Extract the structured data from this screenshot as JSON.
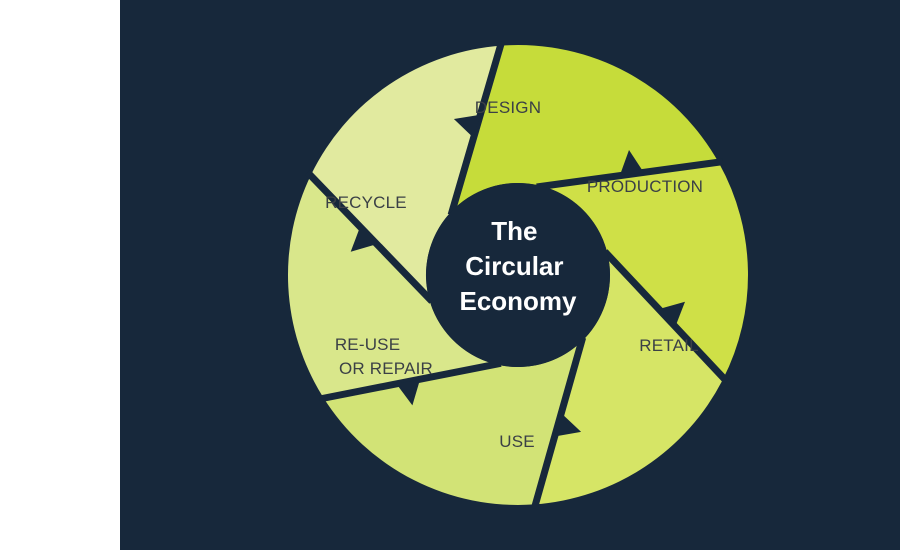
{
  "colors": {
    "background": "#17283b",
    "design": "#c6dc3a",
    "production": "#cfe047",
    "retail": "#d6e566",
    "use": "#d2e376",
    "reuse_repair": "#d9e78b",
    "recycle": "#e1ea9f",
    "separator": "#17283b",
    "label_text": "#3b4046",
    "center_text": "#ffffff"
  },
  "diagram": {
    "center_title": [
      "The",
      "Circular",
      "Economy"
    ],
    "segments": [
      {
        "id": "design",
        "label": [
          "DESIGN"
        ]
      },
      {
        "id": "production",
        "label": [
          "PRODUCTION"
        ]
      },
      {
        "id": "retail",
        "label": [
          "RETAIL"
        ]
      },
      {
        "id": "use",
        "label": [
          "USE"
        ]
      },
      {
        "id": "reuse_repair",
        "label": [
          "RE-USE",
          "OR REPAIR"
        ]
      },
      {
        "id": "recycle",
        "label": [
          "RECYCLE"
        ]
      }
    ]
  }
}
